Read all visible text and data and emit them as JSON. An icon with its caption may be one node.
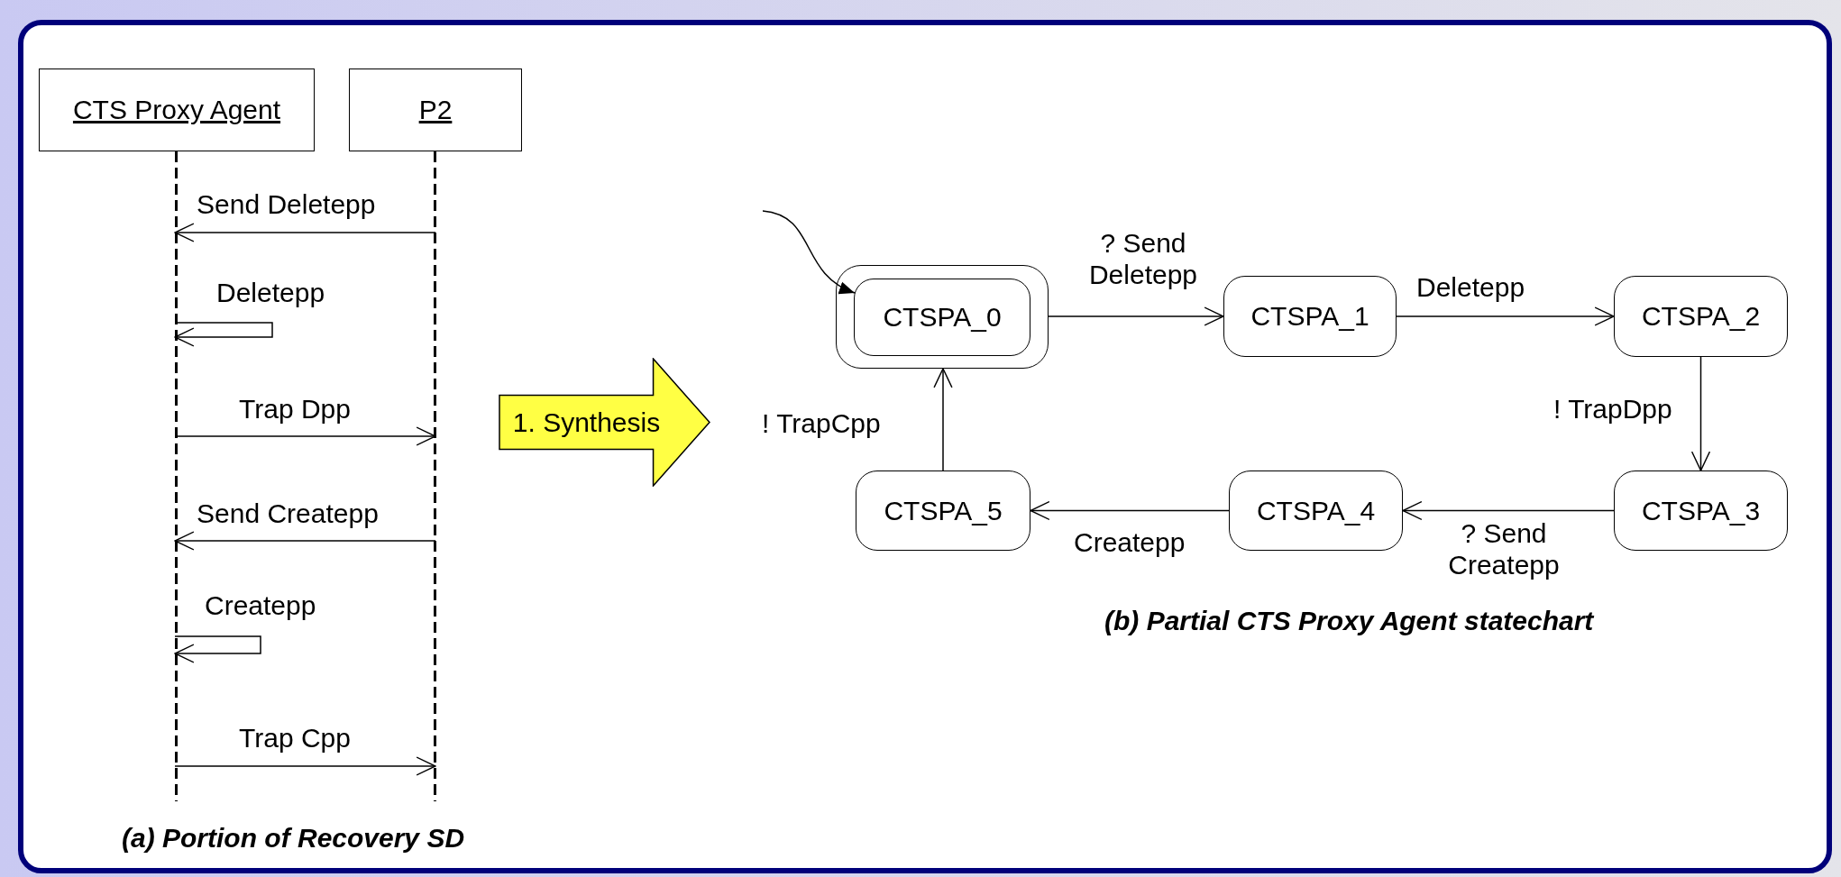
{
  "diagram": {
    "nodes": [
      {
        "text": [
          "CTS Proxy Agent"
        ]
      },
      {
        "text": [
          "P2"
        ]
      },
      {
        "text": [
          "CTSPA_0"
        ]
      },
      {
        "text": [
          "CTSPA_1"
        ]
      },
      {
        "text": [
          "CTSPA_2"
        ]
      },
      {
        "text": [
          "CTSPA_3"
        ]
      },
      {
        "text": [
          "CTSPA_4"
        ]
      },
      {
        "text": [
          "CTSPA_5"
        ]
      },
      {
        "text": [
          "1. Synthesis"
        ]
      }
    ],
    "edges": [
      {
        "from": 1,
        "to": 0,
        "arrow": "to",
        "label": "Send Deletepp"
      },
      {
        "from": 0,
        "to": 0,
        "arrow": "to",
        "label": "Deletepp"
      },
      {
        "from": 0,
        "to": 1,
        "arrow": "to",
        "label": "Trap Dpp"
      },
      {
        "from": 1,
        "to": 0,
        "arrow": "to",
        "label": "Send Createpp"
      },
      {
        "from": 0,
        "to": 0,
        "arrow": "to",
        "label": "Createpp"
      },
      {
        "from": 0,
        "to": 1,
        "arrow": "to",
        "label": "Trap Cpp"
      },
      {
        "from": null,
        "to": 2,
        "arrow": "to"
      },
      {
        "from": 2,
        "to": 3,
        "arrow": "to",
        "label": "? Send Deletepp"
      },
      {
        "from": 3,
        "to": 4,
        "arrow": "to",
        "label": "Deletepp"
      },
      {
        "from": 4,
        "to": 5,
        "arrow": "to",
        "label": "! TrapDpp"
      },
      {
        "from": 5,
        "to": 6,
        "arrow": "to",
        "label": "? Send Createpp"
      },
      {
        "from": 6,
        "to": 7,
        "arrow": "to",
        "label": "Createpp"
      },
      {
        "from": 7,
        "to": 2,
        "arrow": "to",
        "label": "! TrapCpp"
      }
    ],
    "labels": [
      "(a) Portion of Recovery SD",
      "(b) Partial CTS Proxy Agent statechart"
    ]
  }
}
